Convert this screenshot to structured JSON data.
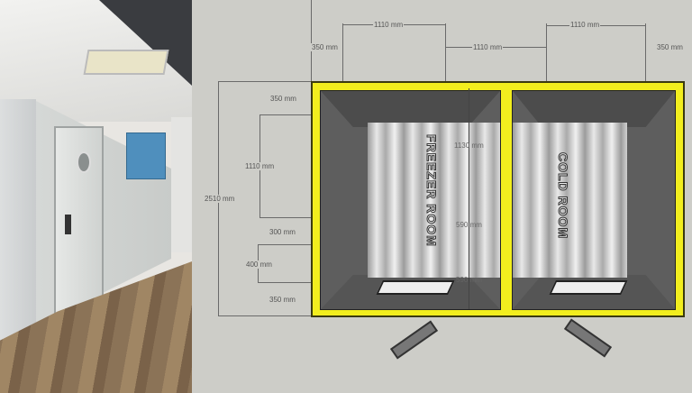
{
  "photo": {
    "description_free": true
  },
  "diagram": {
    "top_dims": [
      "350 mm",
      "1110 mm",
      "1110 mm",
      "1110 mm",
      "350 mm"
    ],
    "left_dims": {
      "total": "2510 mm",
      "segments": [
        "350 mm",
        "1110 mm",
        "300 mm",
        "400 mm",
        "350 mm"
      ]
    },
    "inner_dims": [
      "1130 mm",
      "590 mm",
      "590 mm"
    ],
    "rooms": [
      "FREEZER ROOM",
      "COLD ROOM"
    ],
    "colors": {
      "panel": "#f2ee1e",
      "background": "#cdcdc8",
      "floor": "#5e5e5e"
    }
  }
}
